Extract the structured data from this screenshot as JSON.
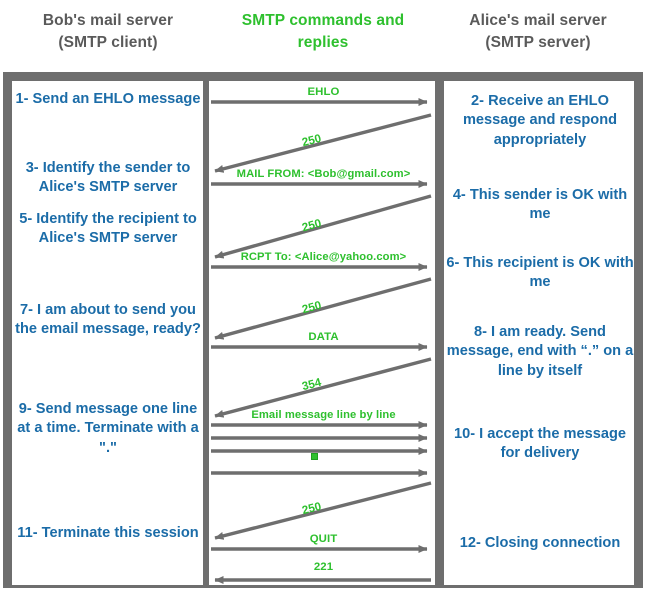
{
  "headers": {
    "left": {
      "line1": "Bob's mail server",
      "line2": "(SMTP client)"
    },
    "middle": {
      "line1": "SMTP commands and",
      "line2": "replies"
    },
    "right": {
      "line1": "Alice's mail server",
      "line2": "(SMTP server)"
    }
  },
  "colors": {
    "command_green": "#2ec02e",
    "step_blue": "#1b6ca8",
    "frame_gray": "#6e6e6e",
    "header_gray": "#5a5a5a",
    "arrow_gray": "#6e6e6e"
  },
  "client_steps": [
    {
      "n": "1",
      "text": "1- Send an EHLO message"
    },
    {
      "n": "3",
      "text": "3- Identify the sender to Alice's SMTP server"
    },
    {
      "n": "5",
      "text": "5- Identify the recipient to Alice's SMTP server"
    },
    {
      "n": "7",
      "text": "7- I am about to send you the email message, ready?"
    },
    {
      "n": "9",
      "text": "9- Send message one line at a time. Terminate with a \".\""
    },
    {
      "n": "11",
      "text": "11- Terminate this session"
    }
  ],
  "server_steps": [
    {
      "n": "2",
      "text": "2- Receive an EHLO message and respond appropriately"
    },
    {
      "n": "4",
      "text": "4- This sender is OK with me"
    },
    {
      "n": "6",
      "text": "6- This recipient is OK with me"
    },
    {
      "n": "8",
      "text": "8-  I am ready. Send message, end with “.” on a line by itself"
    },
    {
      "n": "10",
      "text": "10-  I accept the message for delivery"
    },
    {
      "n": "12",
      "text": "12-  Closing connection"
    }
  ],
  "messages": [
    {
      "id": "ehlo",
      "label": "EHLO",
      "direction": "client-to-server"
    },
    {
      "id": "reply250a",
      "label": "250",
      "direction": "server-to-client"
    },
    {
      "id": "mailfrom",
      "label": "MAIL FROM: <Bob@gmail.com>",
      "direction": "client-to-server"
    },
    {
      "id": "reply250b",
      "label": "250",
      "direction": "server-to-client"
    },
    {
      "id": "rcptto",
      "label": "RCPT To: <Alice@yahoo.com>",
      "direction": "client-to-server"
    },
    {
      "id": "reply250c",
      "label": "250",
      "direction": "server-to-client"
    },
    {
      "id": "data",
      "label": "DATA",
      "direction": "client-to-server"
    },
    {
      "id": "reply354",
      "label": "354",
      "direction": "server-to-client"
    },
    {
      "id": "maildata",
      "label": "Email message line by line",
      "direction": "client-to-server"
    },
    {
      "id": "line2",
      "label": "",
      "direction": "client-to-server"
    },
    {
      "id": "line3",
      "label": "",
      "direction": "client-to-server"
    },
    {
      "id": "dotline",
      "label": "",
      "direction": "client-to-server"
    },
    {
      "id": "reply250d",
      "label": "250",
      "direction": "server-to-client"
    },
    {
      "id": "quit",
      "label": "QUIT",
      "direction": "client-to-server"
    },
    {
      "id": "reply221",
      "label": "221",
      "direction": "server-to-client"
    }
  ]
}
